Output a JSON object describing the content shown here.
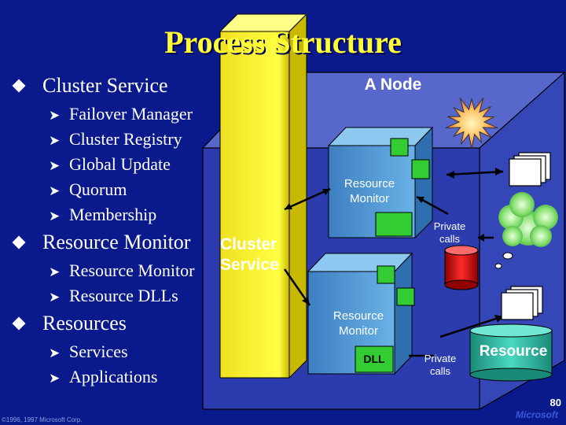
{
  "slide": {
    "title": "Process Structure",
    "page_number": "80",
    "copyright": "©1996, 1997 Microsoft Corp.",
    "logo_text": "Microsoft"
  },
  "bullets": [
    {
      "label": "Cluster Service",
      "sub": [
        "Failover Manager",
        "Cluster Registry",
        "Global Update",
        "Quorum",
        "Membership"
      ]
    },
    {
      "label": "Resource Monitor",
      "sub": [
        "Resource Monitor",
        "Resource DLLs"
      ]
    },
    {
      "label": "Resources",
      "sub": [
        "Services",
        "Applications"
      ]
    }
  ],
  "diagram": {
    "node_label": "A Node",
    "cluster_service_label": [
      "Cluster",
      "Service"
    ],
    "resource_monitor_top": [
      "Resource",
      "Monitor"
    ],
    "resource_monitor_bottom": [
      "Resource",
      "Monitor"
    ],
    "dll_label": "DLL",
    "private_calls_top": [
      "Private",
      "calls"
    ],
    "private_calls_bottom": [
      "Private",
      "calls"
    ],
    "resource_label": "Resource"
  },
  "colors": {
    "background": "#0a1a8c",
    "title": "#ffff33",
    "node_box": "#6a7ae0",
    "cluster_service_bar": "#ffff33",
    "monitor_box": "#5aa0d8",
    "dll_box": "#33cc33",
    "resource_cylinder": "#2eb8a0"
  },
  "icons": {
    "bullet": "diamond-bullet-icon",
    "sub_bullet": "arrowhead-bullet-icon",
    "explosion": "starburst-icon",
    "thought_cloud": "thought-cloud-icon",
    "documents": "document-stack-icon",
    "red_cylinder": "red-cylinder-icon"
  }
}
